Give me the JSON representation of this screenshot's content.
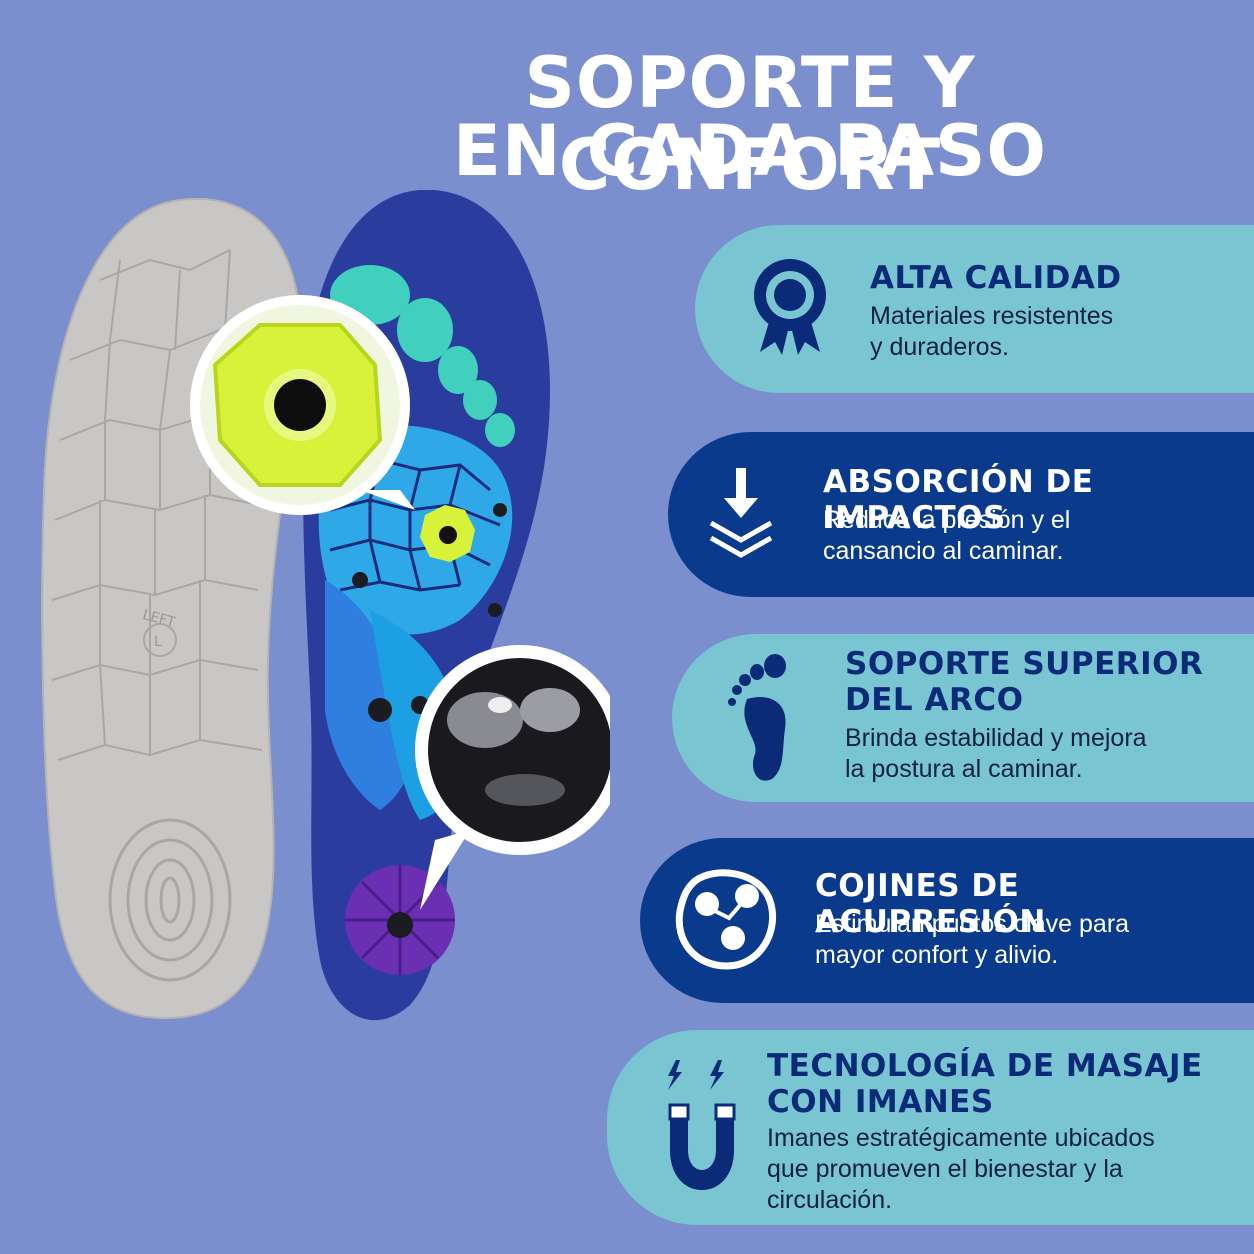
{
  "header": {
    "line1": "SOPORTE Y CONFORT",
    "line2": "EN CADA PASO"
  },
  "product": {
    "left_label": "LEFT",
    "size_mark": "L"
  },
  "features": [
    {
      "title": "ALTA CALIDAD",
      "desc1": "Materiales resistentes",
      "desc2": "y duraderos.",
      "icon": "ribbon-badge-icon"
    },
    {
      "title": "ABSORCIÓN DE IMPACTOS",
      "desc1": "Reduce la presión y el",
      "desc2": "cansancio al caminar.",
      "icon": "down-arrow-layers-icon"
    },
    {
      "title1": "SOPORTE SUPERIOR",
      "title2": "DEL ARCO",
      "desc1": "Brinda estabilidad y mejora",
      "desc2": "la postura al caminar.",
      "icon": "footprint-icon"
    },
    {
      "title": "COJINES DE ACUPRESIÓN",
      "desc1": "Estimulan puntos clave para",
      "desc2": "mayor confort y alivio.",
      "icon": "pressure-dots-icon"
    },
    {
      "title1": "TECNOLOGÍA DE MASAJE",
      "title2": "CON IMANES",
      "desc1": "Imanes estratégicamente ubicados",
      "desc2": "que promueven el bienestar y la",
      "desc3": "circulación.",
      "icon": "magnet-icon"
    }
  ],
  "colors": {
    "background": "#7b8fcf",
    "panel_light": "#79c6d2",
    "panel_dark": "#0a3a8c",
    "title_dark": "#0b2a78"
  }
}
